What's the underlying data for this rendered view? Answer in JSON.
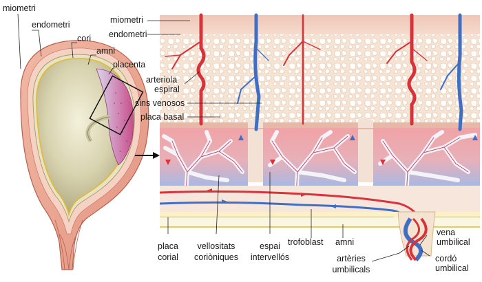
{
  "labels": {
    "miometri_left": "miometri",
    "endometri_left": "endometri",
    "cori": "cori",
    "amni_left": "amni",
    "placenta": "placenta",
    "miometri_right": "miometri",
    "endometri_right": "endometri",
    "arteriola_1": "arteriola",
    "arteriola_2": "espiral",
    "sins_venosos": "sins venosos",
    "placa_basal": "placa basal",
    "placa_corial_1": "placa",
    "placa_corial_2": "corial",
    "vellositats_1": "vellositats",
    "vellositats_2": "coriòniques",
    "espai_1": "espai",
    "espai_2": "intervellós",
    "trofoblast": "trofoblast",
    "amni_bottom": "amni",
    "arteries_1": "artèries",
    "arteries_2": "umbilicals",
    "vena_1": "vena",
    "vena_2": "umbilical",
    "cordo_1": "cordó",
    "cordo_2": "umbilical"
  },
  "colors": {
    "artery": "#d8323a",
    "vein": "#3f6fc4",
    "villi": "#eef2f6",
    "decidua": "#f3d9c8",
    "myometrium": "#eec7b6",
    "amnion": "#f0c23a",
    "uterus_wall": "#e9a48f",
    "fetal_sac": "#d9d4b4"
  }
}
